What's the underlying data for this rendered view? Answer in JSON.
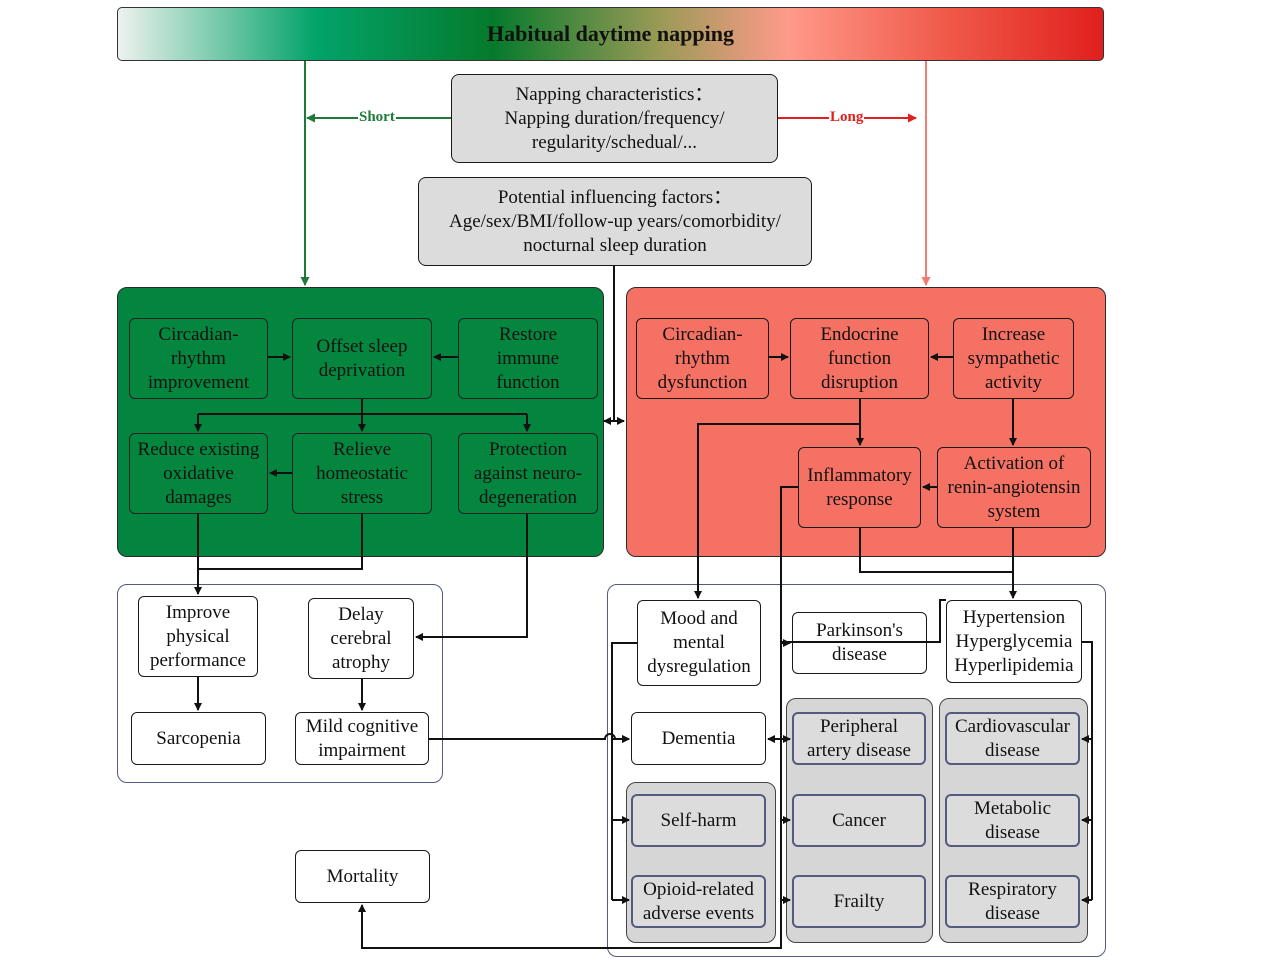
{
  "title": "Habitual daytime napping",
  "branches": {
    "short": "Short",
    "long": "Long"
  },
  "napping_characteristics": [
    "Napping characteristics：",
    "Napping duration/frequency/",
    "regularity/schedual/..."
  ],
  "influencing_factors": [
    "Potential influencing factors：",
    "Age/sex/BMI/follow-up years/comorbidity/",
    "nocturnal sleep duration"
  ],
  "green": {
    "circadian_improvement": [
      "Circadian-",
      "rhythm",
      "improvement"
    ],
    "offset_sleep": [
      "Offset sleep",
      "deprivation"
    ],
    "restore_immune": [
      "Restore",
      "immune",
      "function"
    ],
    "reduce_oxidative": [
      "Reduce existing",
      "oxidative",
      "damages"
    ],
    "relieve_stress": [
      "Relieve",
      "homeostatic",
      "stress"
    ],
    "protection": [
      "Protection",
      "against neuro-",
      "degeneration"
    ]
  },
  "red": {
    "circadian_dysfunction": [
      "Circadian-",
      "rhythm",
      "dysfunction"
    ],
    "endocrine": [
      "Endocrine",
      "function",
      "disruption"
    ],
    "sympathetic": [
      "Increase",
      "sympathetic",
      "activity"
    ],
    "inflammatory": [
      "Inflammatory",
      "response"
    ],
    "raas": [
      "Activation of",
      "renin-angiotensin",
      "system"
    ]
  },
  "short_outcomes": {
    "physical": [
      "Improve",
      "physical",
      "performance"
    ],
    "atrophy": [
      "Delay",
      "cerebral",
      "atrophy"
    ],
    "sarcopenia": "Sarcopenia",
    "mci": [
      "Mild cognitive",
      "impairment"
    ]
  },
  "mortality": "Mortality",
  "long_outcomes": {
    "mood": [
      "Mood and",
      "mental",
      "dysregulation"
    ],
    "parkinson": [
      "Parkinson's",
      "disease"
    ],
    "hypertension": [
      "Hypertension",
      "Hyperglycemia",
      "Hyperlipidemia"
    ],
    "dementia": "Dementia",
    "pad": [
      "Peripheral",
      "artery disease"
    ],
    "cvd": [
      "Cardiovascular",
      "disease"
    ],
    "selfharm": "Self-harm",
    "cancer": "Cancer",
    "metabolic": [
      "Metabolic",
      "disease"
    ],
    "opioid": [
      "Opioid-related",
      "adverse events"
    ],
    "frailty": "Frailty",
    "respiratory": [
      "Respiratory",
      "disease"
    ]
  }
}
